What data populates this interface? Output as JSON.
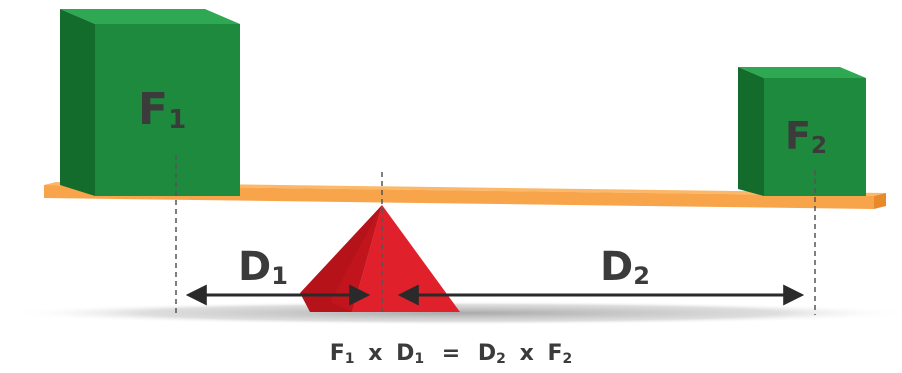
{
  "diagram": {
    "left_weight": {
      "label": "F",
      "subscript": "1"
    },
    "right_weight": {
      "label": "F",
      "subscript": "2"
    },
    "left_distance": {
      "label": "D",
      "subscript": "1"
    },
    "right_distance": {
      "label": "D",
      "subscript": "2"
    },
    "equation": {
      "f1": "F",
      "f1_sub": "1",
      "times1": "x",
      "d1": "D",
      "d1_sub": "1",
      "equals": "=",
      "d2": "D",
      "d2_sub": "2",
      "times2": "x",
      "f2": "F",
      "f2_sub": "2"
    },
    "colors": {
      "weight_front": "#1e8a3d",
      "weight_top": "#2ea852",
      "weight_side": "#136b2c",
      "plank": "#f7a44a",
      "plank_edge": "#e8892a",
      "fulcrum_front": "#e0202a",
      "fulcrum_side": "#b5121a",
      "text": "#3b3b3b",
      "arrow": "#2a2a2a"
    }
  }
}
